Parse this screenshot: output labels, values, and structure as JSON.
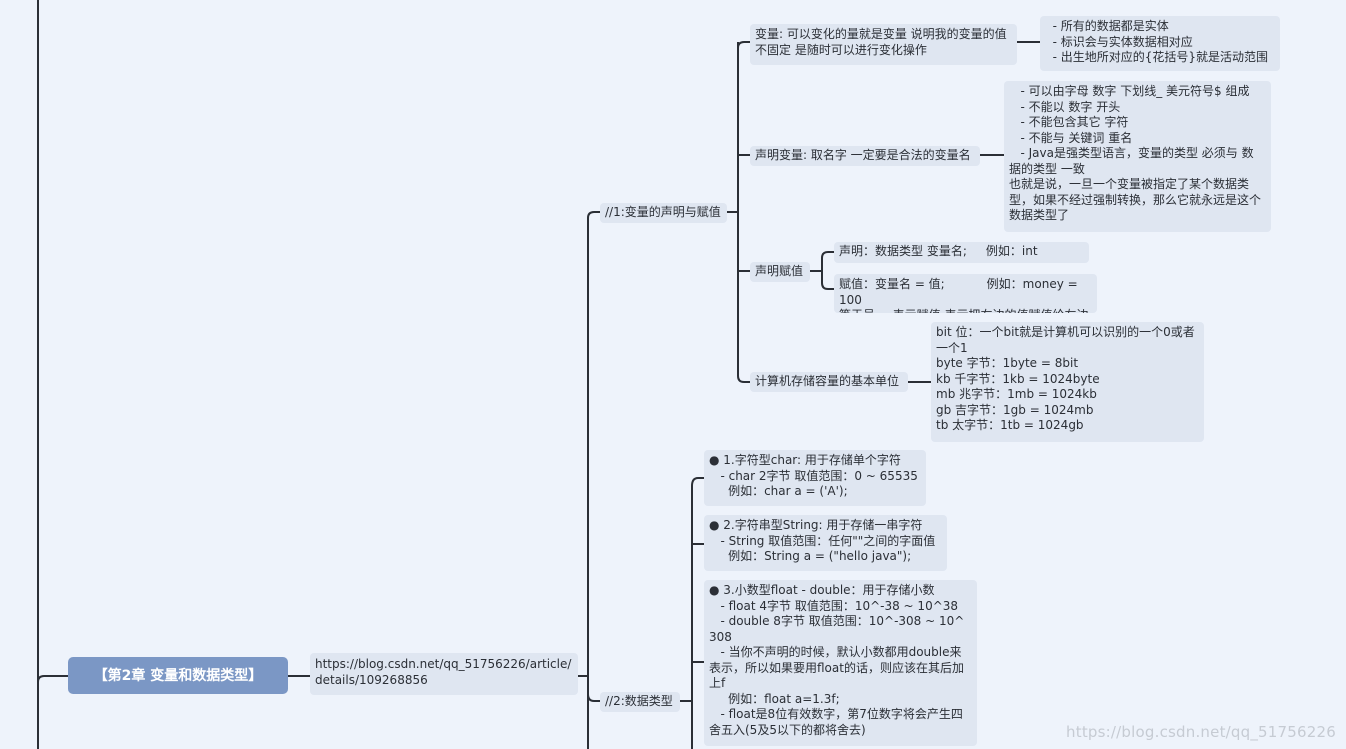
{
  "root": {
    "label": "【第2章 变量和数据类型】"
  },
  "link": {
    "text": "https://blog.csdn.net/qq_51756226/article/\ndetails/109268856"
  },
  "sections": [
    {
      "label": "//1:变量的声明与赋值"
    },
    {
      "label": "//2:数据类型"
    }
  ],
  "section1": {
    "variable": {
      "label": "变量: 可以变化的量就是变量 说明我的变量的值\n不固定 是随时可以进行变化操作",
      "detail": "  - 所有的数据都是实体\n  - 标识会与实体数据相对应\n  - 出生地所对应的{花括号}就是活动范围"
    },
    "declare": {
      "label": "声明变量: 取名字 一定要是合法的变量名",
      "detail": "   - 可以由字母 数字 下划线_ 美元符号$ 组成\n   - 不能以 数字 开头\n   - 不能包含其它 字符\n   - 不能与 关键词 重名\n   - Java是强类型语言，变量的类型 必须与 数\n据的类型 一致\n也就是说，一旦一个变量被指定了某个数据类\n型，如果不经过强制转换，那么它就永远是这个\n数据类型了"
    },
    "assign": {
      "label": "声明赋值",
      "declaration": "声明：数据类型 变量名;     例如：int money;",
      "assignment": "赋值：变量名 = 值;           例如：money = 100\n等于号 = 表示赋值 表示把右边的值赋值给左边"
    },
    "units": {
      "label": "计算机存储容量的基本单位",
      "detail": "bit 位：一个bit就是计算机可以识别的一个0或者\n一个1\nbyte 字节：1byte = 8bit\nkb 千字节：1kb = 1024byte\nmb 兆字节：1mb = 1024kb\ngb 吉字节：1gb = 1024mb\ntb 太字节：1tb = 1024gb"
    }
  },
  "section2": {
    "char": "● 1.字符型char: 用于存储单个字符\n   - char 2字节 取值范围：0 ~ 65535\n     例如：char a = ('A');",
    "string": "● 2.字符串型String: 用于存储一串字符\n   - String 取值范围：任何\"\"之间的字面值\n     例如：String a = (\"hello java\");",
    "float": "● 3.小数型float - double：用于存储小数\n   - float 4字节 取值范围：10^-38 ~ 10^38\n   - double 8字节 取值范围：10^-308 ~ 10^\n308\n   - 当你不声明的时候，默认小数都用double来\n表示，所以如果要用float的话，则应该在其后加\n上f\n     例如：float a=1.3f;\n   - float是8位有效数字，第7位数字将会产生四\n舍五入(5及5以下的都将舍去)"
  },
  "watermark": "https://blog.csdn.net/qq_51756226",
  "colors": {
    "background": "#eef3fb",
    "node": "#dfe6f1",
    "root": "#7b97c5",
    "connector": "#2b2f36"
  }
}
